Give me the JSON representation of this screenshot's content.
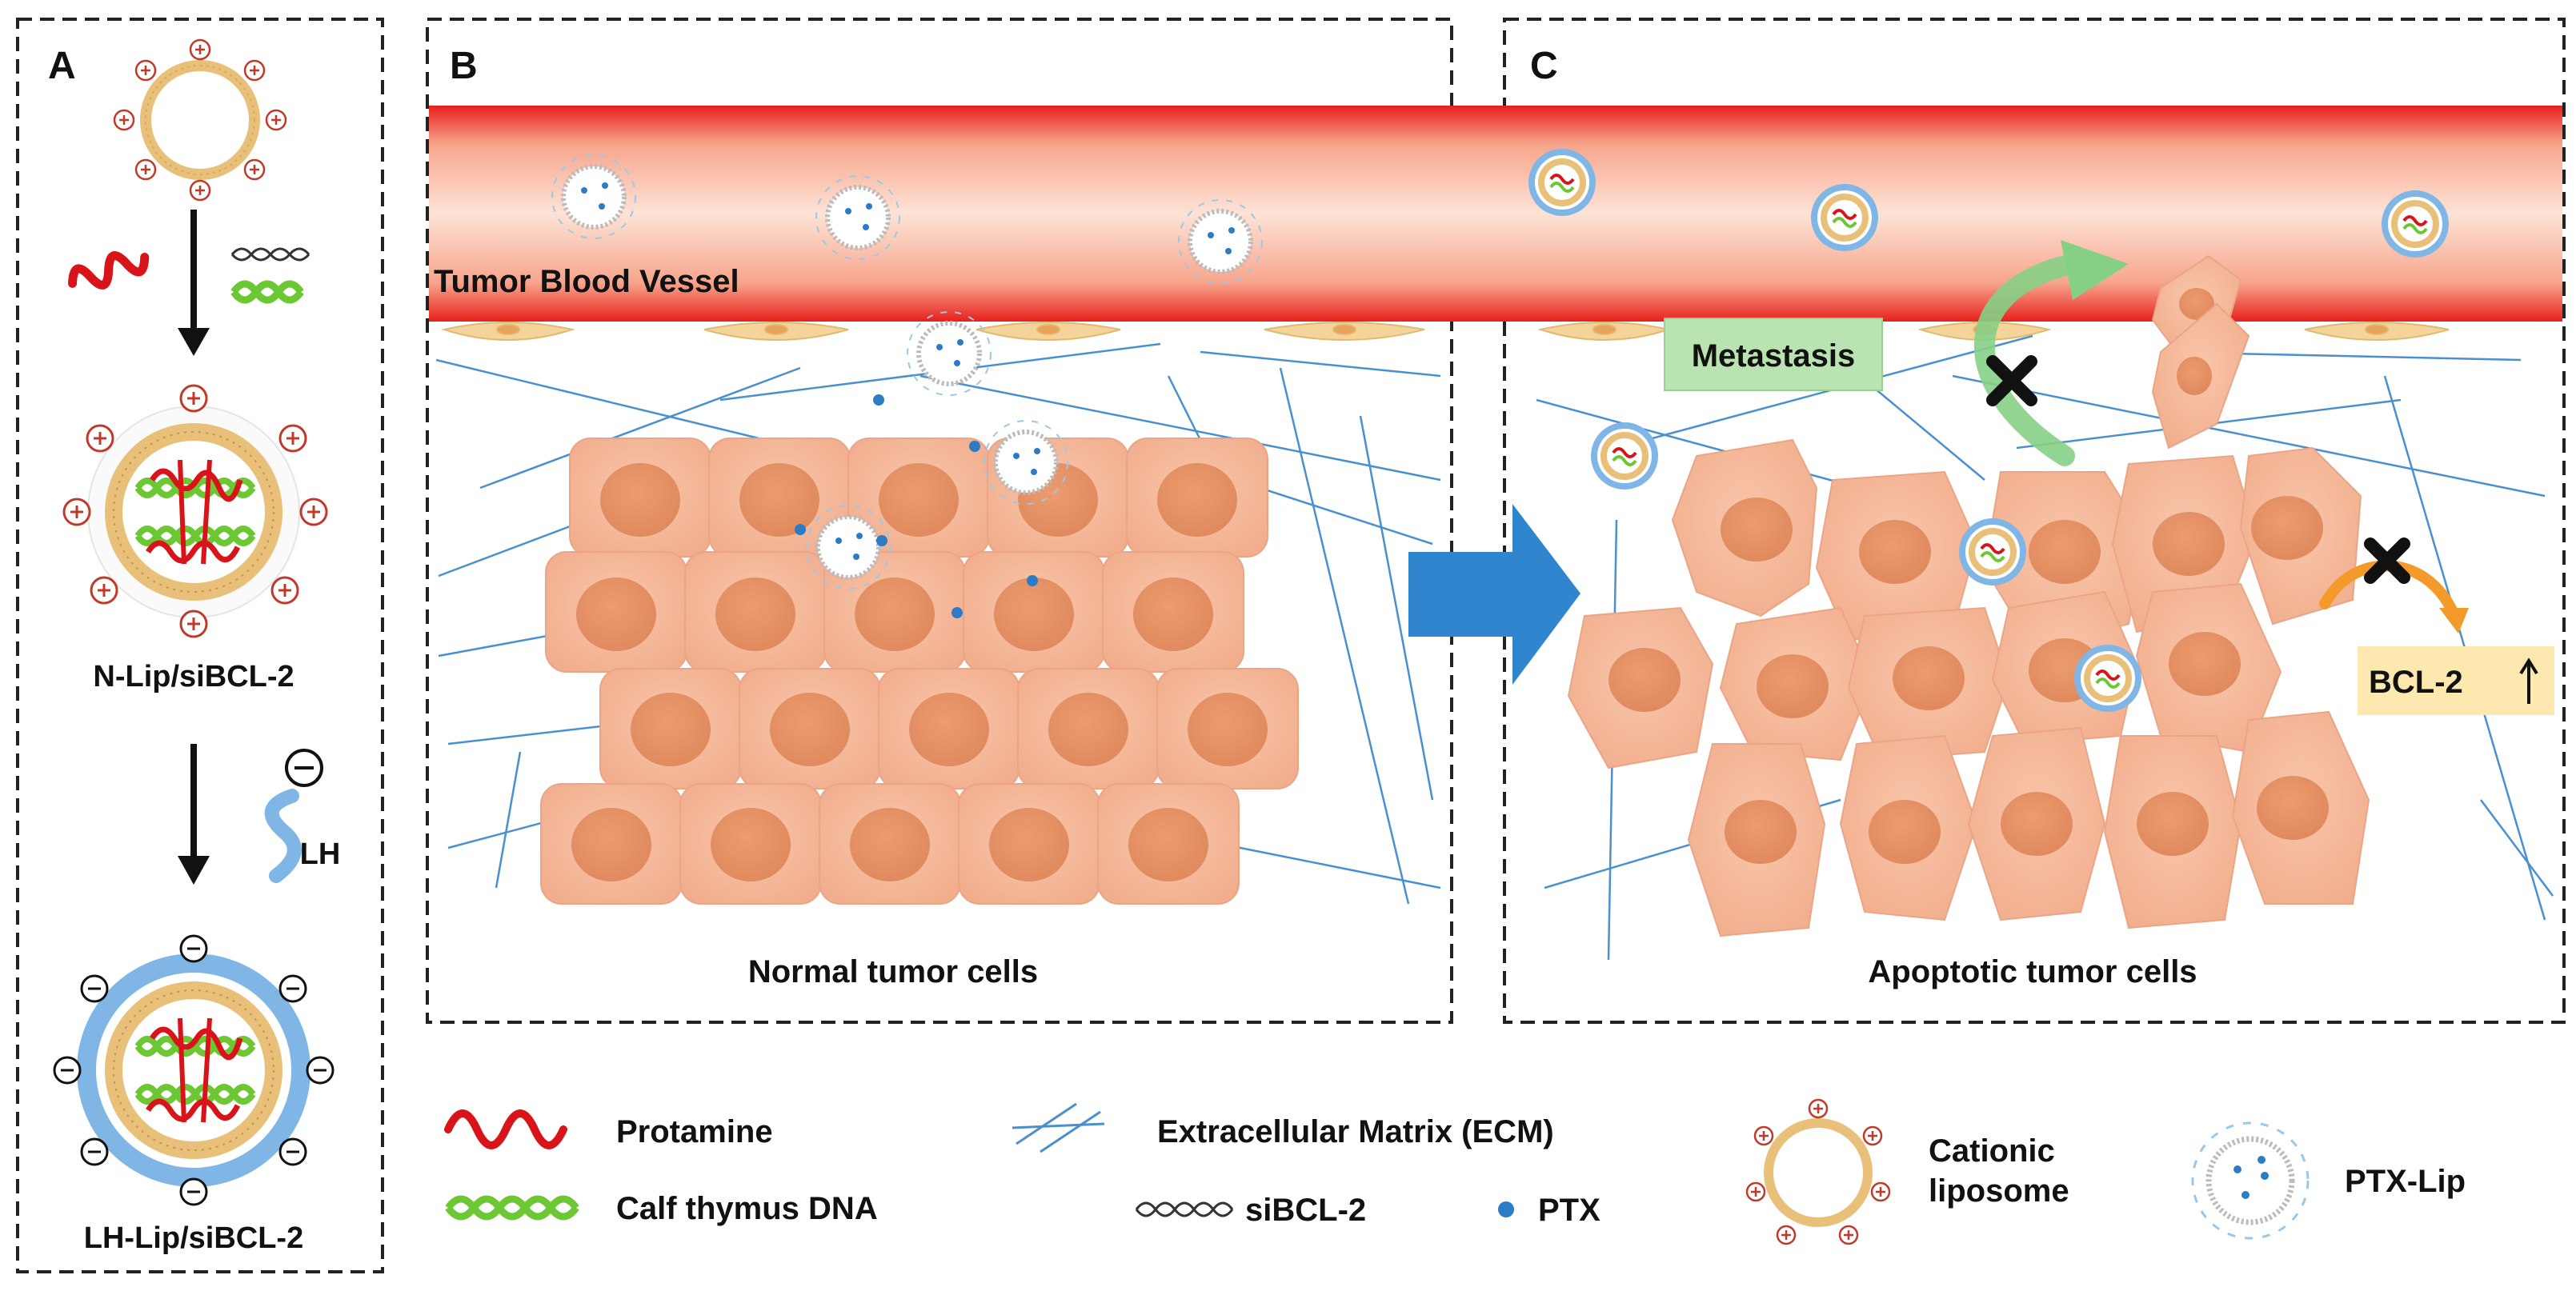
{
  "panels": {
    "a": {
      "letter": "A",
      "n_lip_label": "N-Lip/siBCL-2",
      "lh_label": "LH",
      "lh_lip_label": "LH-Lip/siBCL-2"
    },
    "b": {
      "letter": "B",
      "vessel_label": "Tumor Blood Vessel",
      "caption": "Normal tumor cells"
    },
    "c": {
      "letter": "C",
      "metastasis_label": "Metastasis",
      "bcl2_label": "BCL-2",
      "caption": "Apoptotic tumor cells"
    }
  },
  "legend": {
    "protamine": "Protamine",
    "calf_dna": "Calf thymus DNA",
    "ecm": "Extracellular Matrix (ECM)",
    "sibcl2": "siBCL-2",
    "ptx": "PTX",
    "cationic_line1": "Cationic",
    "cationic_line2": "liposome",
    "ptx_lip": "PTX-Lip"
  },
  "colors": {
    "vessel_red": "#e8201c",
    "cell_fill": "#f6b99a",
    "nucleus": "#e8956a",
    "ecm_line": "#4a8fd0",
    "protamine": "#d8141a",
    "dna_green": "#6cc832",
    "lh_blue": "#7fb6e6",
    "arrow_blue": "#2f86cf",
    "metastasis_box": "#b9e3b0",
    "bcl2_box": "#fde9b0"
  }
}
